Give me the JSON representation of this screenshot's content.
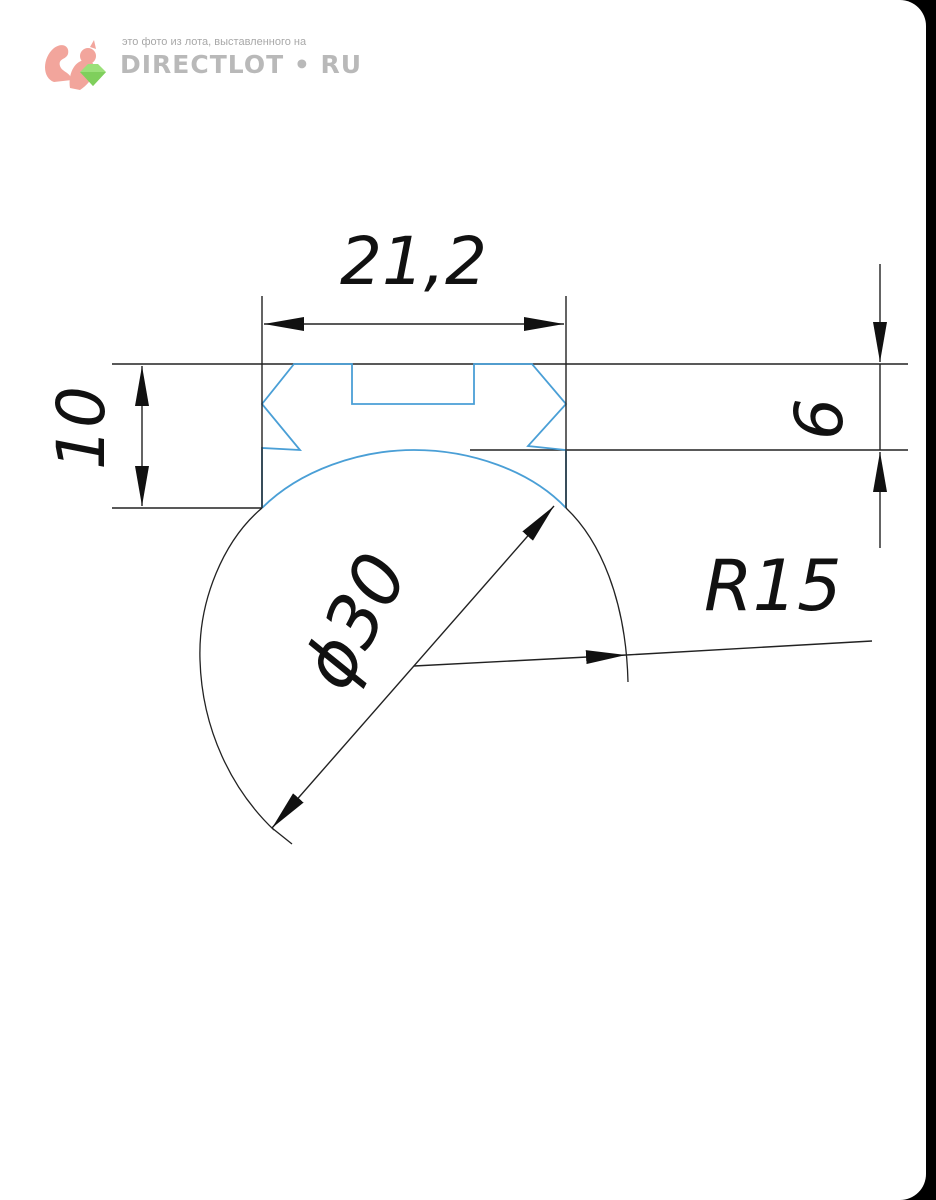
{
  "watermark": {
    "caption": "это фото из лота, выставленного на",
    "brand": "DIRECTLOT • RU",
    "logo_icon": "squirrel-with-gem-icon",
    "logo_color": "#f2a59c",
    "gem_color": "#9be07a"
  },
  "drawing": {
    "dimensions": {
      "width": "21,2",
      "height": "10",
      "depth": "6",
      "diameter": "ϕ30",
      "radius": "R15"
    },
    "colors": {
      "profile": "#4a9fd6",
      "lines": "#222222"
    }
  }
}
